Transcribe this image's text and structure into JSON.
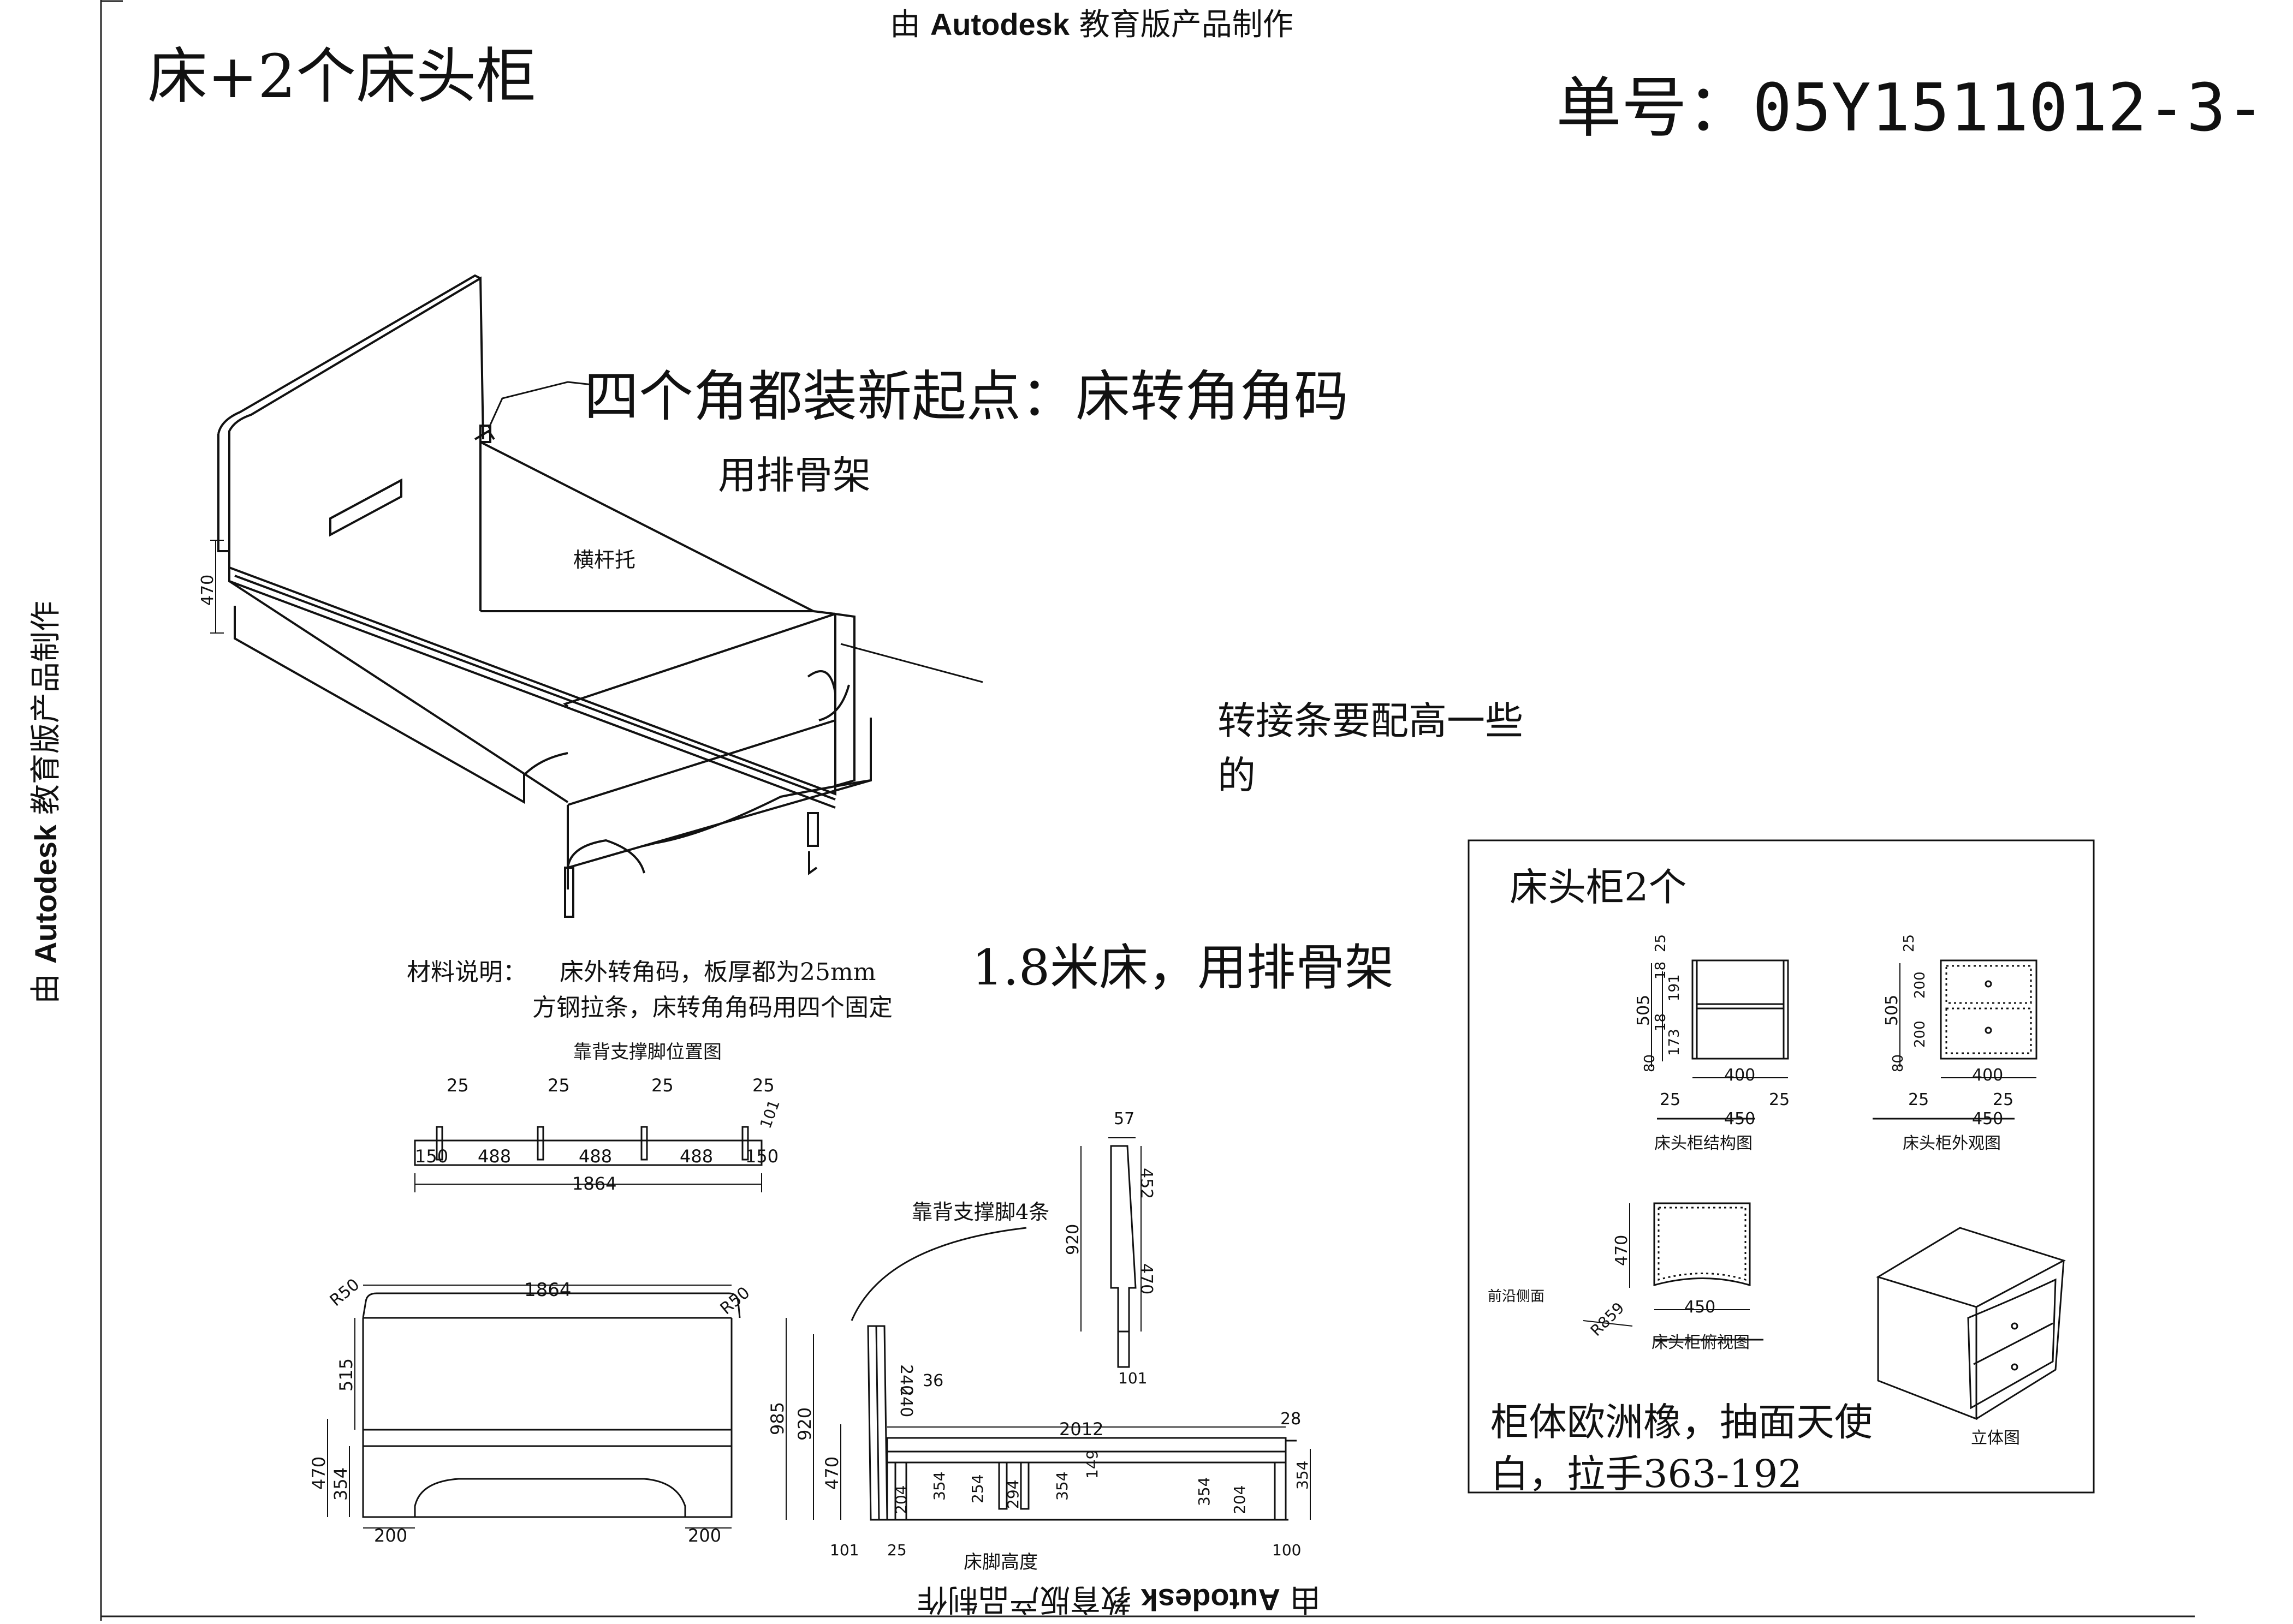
{
  "watermark": {
    "prefix": "由",
    "brand": "Autodesk",
    "suffix": "教育版产品制作"
  },
  "title": "床+2个床头柜",
  "order_number": "单号：05Y1511012-3-",
  "notes": {
    "corner_connectors": "四个角都装新起点：床转角角码",
    "slat_frame": "用排骨架",
    "crossbar_support": "横杆托",
    "adapter_strip_line1": "转接条要配高一些",
    "adapter_strip_line2": "的",
    "bed_size": "1.8米床，用排骨架",
    "material_title": "材料说明：",
    "material_line1": "床外转角码，板厚都为25mm",
    "material_line2": "方钢拉条，床转角角码用四个固定",
    "backrest_legs_position": "靠背支撑脚位置图",
    "backrest_legs_count": "靠背支撑脚4条",
    "bed_foot_height": "床脚高度"
  },
  "nightstand": {
    "title": "床头柜2个",
    "structure_view": "床头柜结构图",
    "exterior_view": "床头柜外观图",
    "top_view": "床头柜俯视图",
    "front_side_label": "前沿侧面",
    "iso_view": "立体图",
    "spec_line1": "柜体欧洲橡，抽面天使",
    "spec_line2": "白，拉手363-192"
  },
  "dimensions": {
    "bed_iso_height": "470",
    "leg_pos": [
      "25",
      "25",
      "25",
      "25",
      "101",
      "150",
      "488",
      "488",
      "488",
      "150",
      "1864"
    ],
    "headboard_front": [
      "1864",
      "R50",
      "R50",
      "515",
      "470",
      "354",
      "200",
      "200"
    ],
    "side": [
      "985",
      "920",
      "470",
      "240",
      "240",
      "36",
      "2012",
      "28",
      "204",
      "354",
      "254",
      "294",
      "149",
      "354",
      "204",
      "354",
      "101",
      "25",
      "100"
    ],
    "leg_detail": [
      "57",
      "452",
      "920",
      "470",
      "101"
    ],
    "ns_struct": [
      "505",
      "25",
      "18",
      "191",
      "18",
      "173",
      "80",
      "400",
      "25",
      "450",
      "25"
    ],
    "ns_ext": [
      "505",
      "25",
      "200",
      "200",
      "80",
      "400",
      "25",
      "450",
      "25"
    ],
    "ns_top": [
      "470",
      "450",
      "R859"
    ]
  }
}
